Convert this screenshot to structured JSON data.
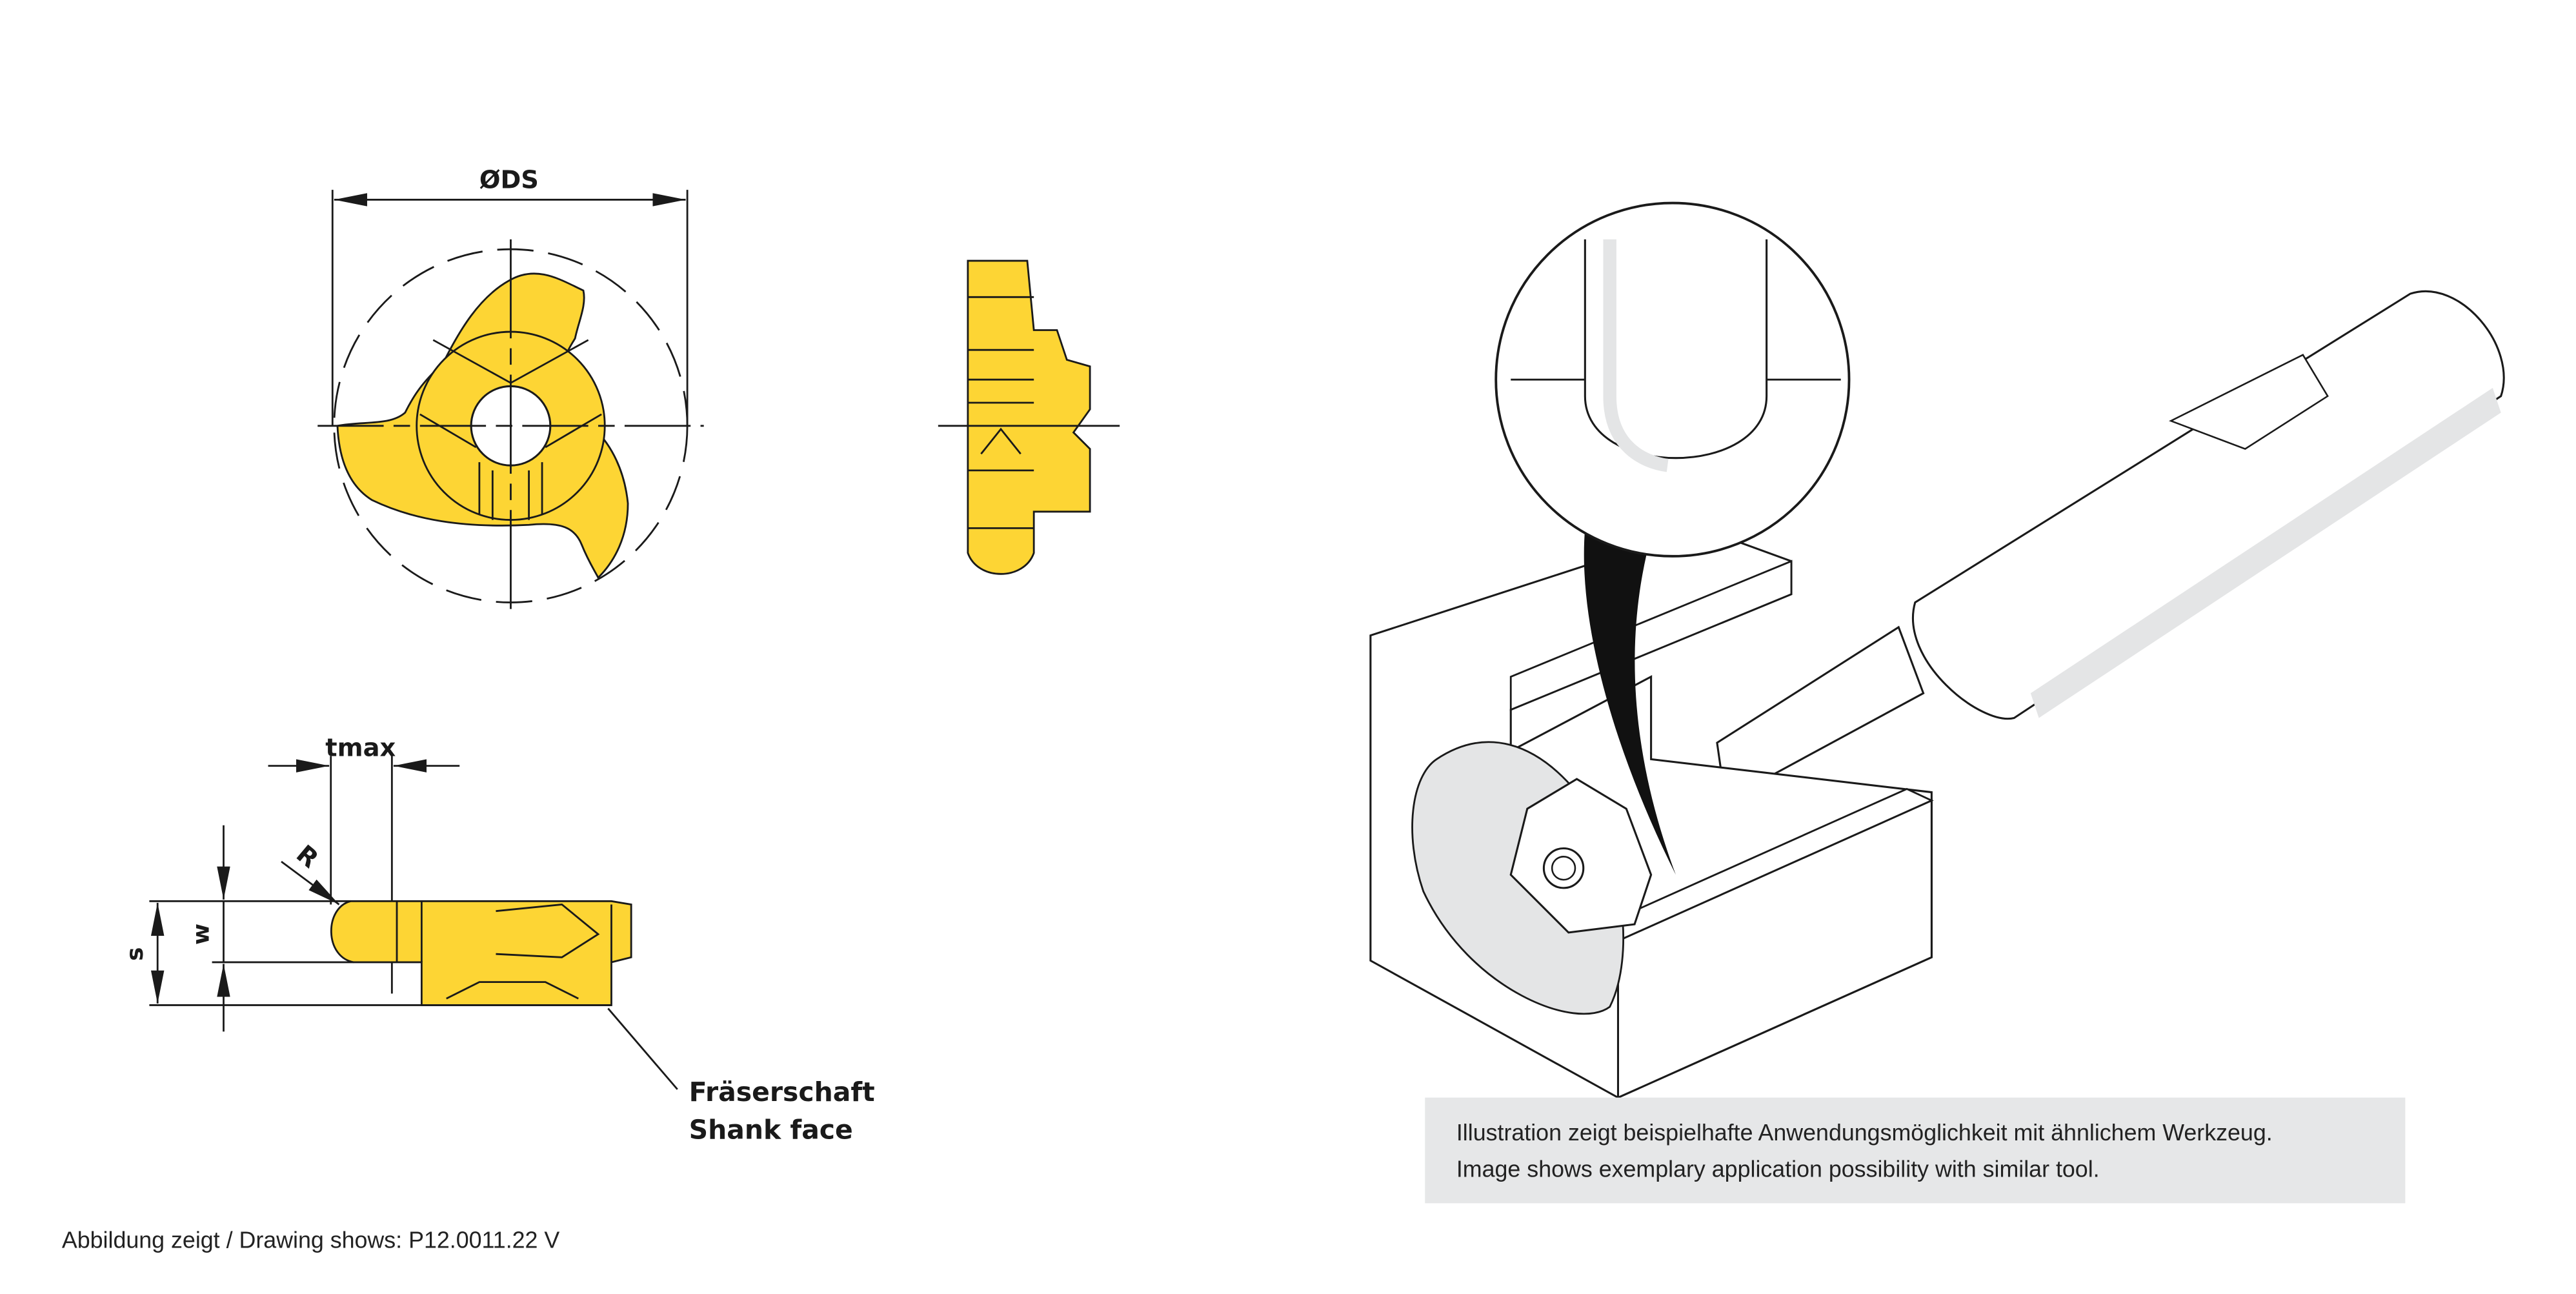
{
  "colors": {
    "insert": "#FDD534",
    "caption_box": "#E6E7E8",
    "line": "#1A1A1A",
    "shade": "#E4E5E6"
  },
  "front_view": {
    "dimension_label": "ØDS"
  },
  "profile_view": {
    "tmax_label": "tmax",
    "radius_label": "R",
    "s_label": "s",
    "w_label": "w",
    "shank_label_de": "Fräserschaft",
    "shank_label_en": "Shank face"
  },
  "footer": {
    "drawing_reference": "Abbildung zeigt / Drawing shows: P12.0011.22 V"
  },
  "illustration": {
    "caption_de": "Illustration zeigt beispielhafte Anwendungsmöglichkeit mit ähnlichem Werkzeug.",
    "caption_en": "Image shows exemplary application possibility with similar tool."
  }
}
